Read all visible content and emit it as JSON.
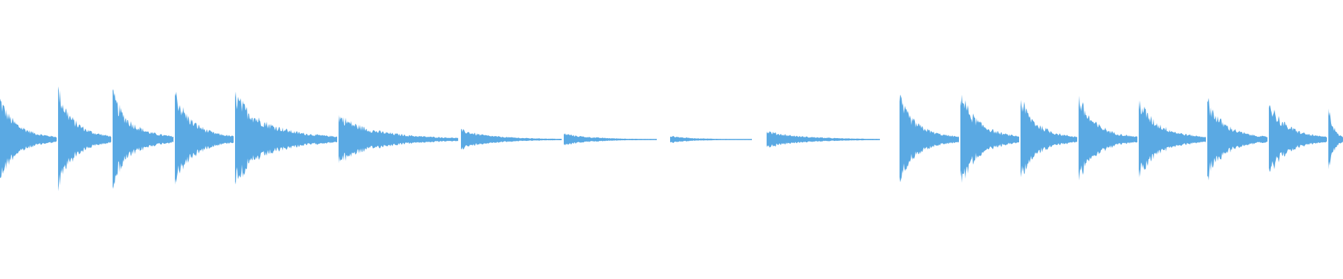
{
  "waveform": {
    "color": "#5aa9e3",
    "background": "#ffffff",
    "transients": [
      {
        "start": 0.0,
        "end": 0.042,
        "amplitude": 0.34
      },
      {
        "start": 0.043,
        "end": 0.083,
        "amplitude": 0.42
      },
      {
        "start": 0.084,
        "end": 0.129,
        "amplitude": 0.38
      },
      {
        "start": 0.13,
        "end": 0.174,
        "amplitude": 0.4
      },
      {
        "start": 0.175,
        "end": 0.251,
        "amplitude": 0.37
      },
      {
        "start": 0.252,
        "end": 0.341,
        "amplitude": 0.2
      },
      {
        "start": 0.343,
        "end": 0.418,
        "amplitude": 0.08
      },
      {
        "start": 0.42,
        "end": 0.489,
        "amplitude": 0.05
      },
      {
        "start": 0.499,
        "end": 0.56,
        "amplitude": 0.03
      },
      {
        "start": 0.571,
        "end": 0.655,
        "amplitude": 0.07
      },
      {
        "start": 0.67,
        "end": 0.714,
        "amplitude": 0.34
      },
      {
        "start": 0.715,
        "end": 0.759,
        "amplitude": 0.4
      },
      {
        "start": 0.76,
        "end": 0.802,
        "amplitude": 0.34
      },
      {
        "start": 0.803,
        "end": 0.847,
        "amplitude": 0.35
      },
      {
        "start": 0.848,
        "end": 0.898,
        "amplitude": 0.33
      },
      {
        "start": 0.899,
        "end": 0.944,
        "amplitude": 0.33
      },
      {
        "start": 0.945,
        "end": 0.988,
        "amplitude": 0.32
      },
      {
        "start": 0.989,
        "end": 1.0,
        "amplitude": 0.33
      }
    ]
  }
}
